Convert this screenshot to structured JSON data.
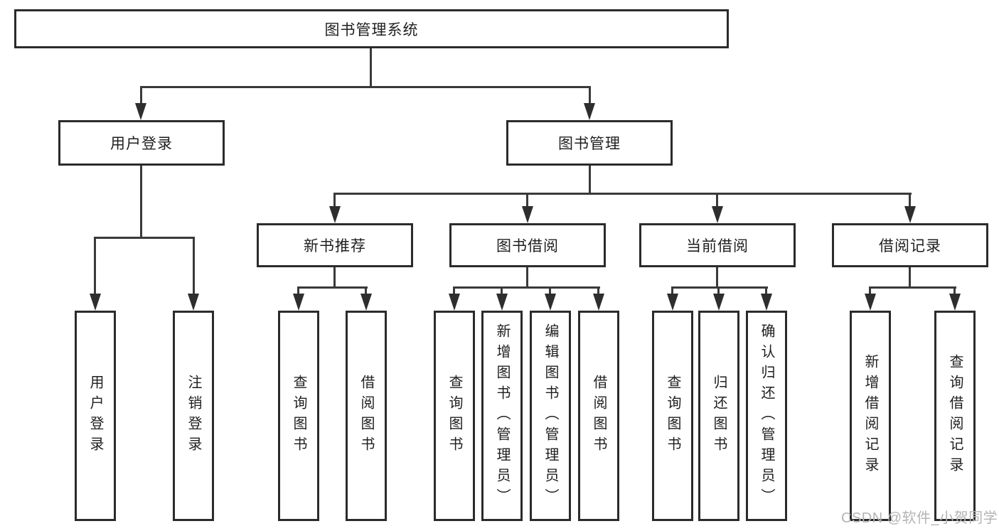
{
  "diagram": {
    "root": "图书管理系统",
    "branches": [
      {
        "label": "用户登录",
        "leaves": [
          "用户登录",
          "注销登录"
        ]
      },
      {
        "label": "图书管理",
        "groups": [
          {
            "label": "新书推荐",
            "leaves": [
              "查询图书",
              "借阅图书"
            ]
          },
          {
            "label": "图书借阅",
            "leaves": [
              "查询图书",
              "新增图书（管理员）",
              "编辑图书（管理员）",
              "借阅图书"
            ]
          },
          {
            "label": "当前借阅",
            "leaves": [
              "查询图书",
              "归还图书",
              "确认归还（管理员）"
            ]
          },
          {
            "label": "借阅记录",
            "leaves": [
              "新增借阅记录",
              "查询借阅记录"
            ]
          }
        ]
      }
    ]
  },
  "watermark": "CSDN @软件_小贺同学",
  "colors": {
    "background": "#ffffff",
    "box_border": "#2b2b2b",
    "connector_line": "#3a3a3a",
    "text": "#1f1f1f",
    "watermark": "#b4b4b4"
  }
}
